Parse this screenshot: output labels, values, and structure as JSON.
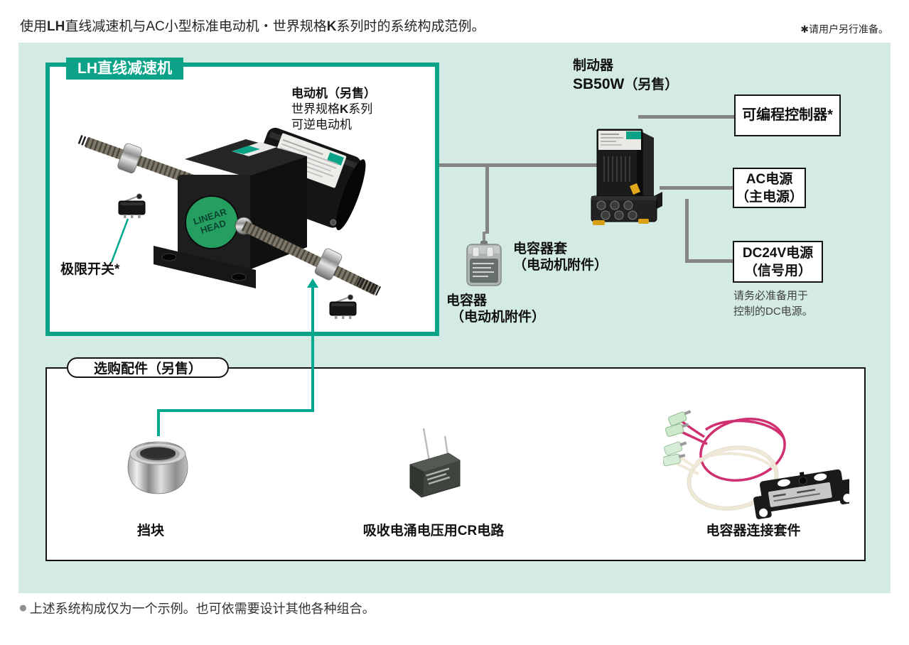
{
  "header": {
    "title": {
      "p1": "使用",
      "p2": "LH",
      "p3": "直线减速机与AC小型标准电动机・世界规格",
      "p4": "K",
      "p5": "系列时的系统构成范例。"
    },
    "prepare_note": "✱请用户另行准备。"
  },
  "diagram": {
    "lh_box_tab": "LH直线减速机",
    "motor_label": {
      "l1": "电动机（另售）",
      "l2a": "世界规格",
      "l2b": "K",
      "l2c": "系列",
      "l3": "可逆电动机"
    },
    "limit_switch_label": "极限开关*",
    "brake_label": {
      "l1": "制动器",
      "l2a": "SB50W",
      "l2b": "（另售）"
    },
    "plc_box": "可编程控制器*",
    "ac_box": {
      "l1": "AC电源",
      "l2": "（主电源）"
    },
    "dc_box": {
      "l1": "DC24V电源",
      "l2": "（信号用）"
    },
    "dc_note": {
      "l1": "请务必准备用于",
      "l2": "控制的DC电源。"
    },
    "cap_sleeve_label": {
      "l1": "电容器套",
      "l2": "（电动机附件）"
    },
    "capacitor_label": {
      "l1": "电容器",
      "l2": "（电动机附件）"
    },
    "linear_head_logo": {
      "l1": "LINEAR",
      "l2": "HEAD"
    }
  },
  "accessories": {
    "pill": "选购配件（另售）",
    "stopper_label": "挡块",
    "cr_label": "吸收电涌电压用CR电路",
    "kit_label": "电容器连接套件"
  },
  "footer": {
    "bullet": "●",
    "note": "上述系统构成仅为一个示例。也可依需要设计其他各种组合。"
  },
  "colors": {
    "green": "#0ba287",
    "mint": "#d3ebe4",
    "wire": "#848484",
    "teal_arrow": "#00a98e"
  }
}
